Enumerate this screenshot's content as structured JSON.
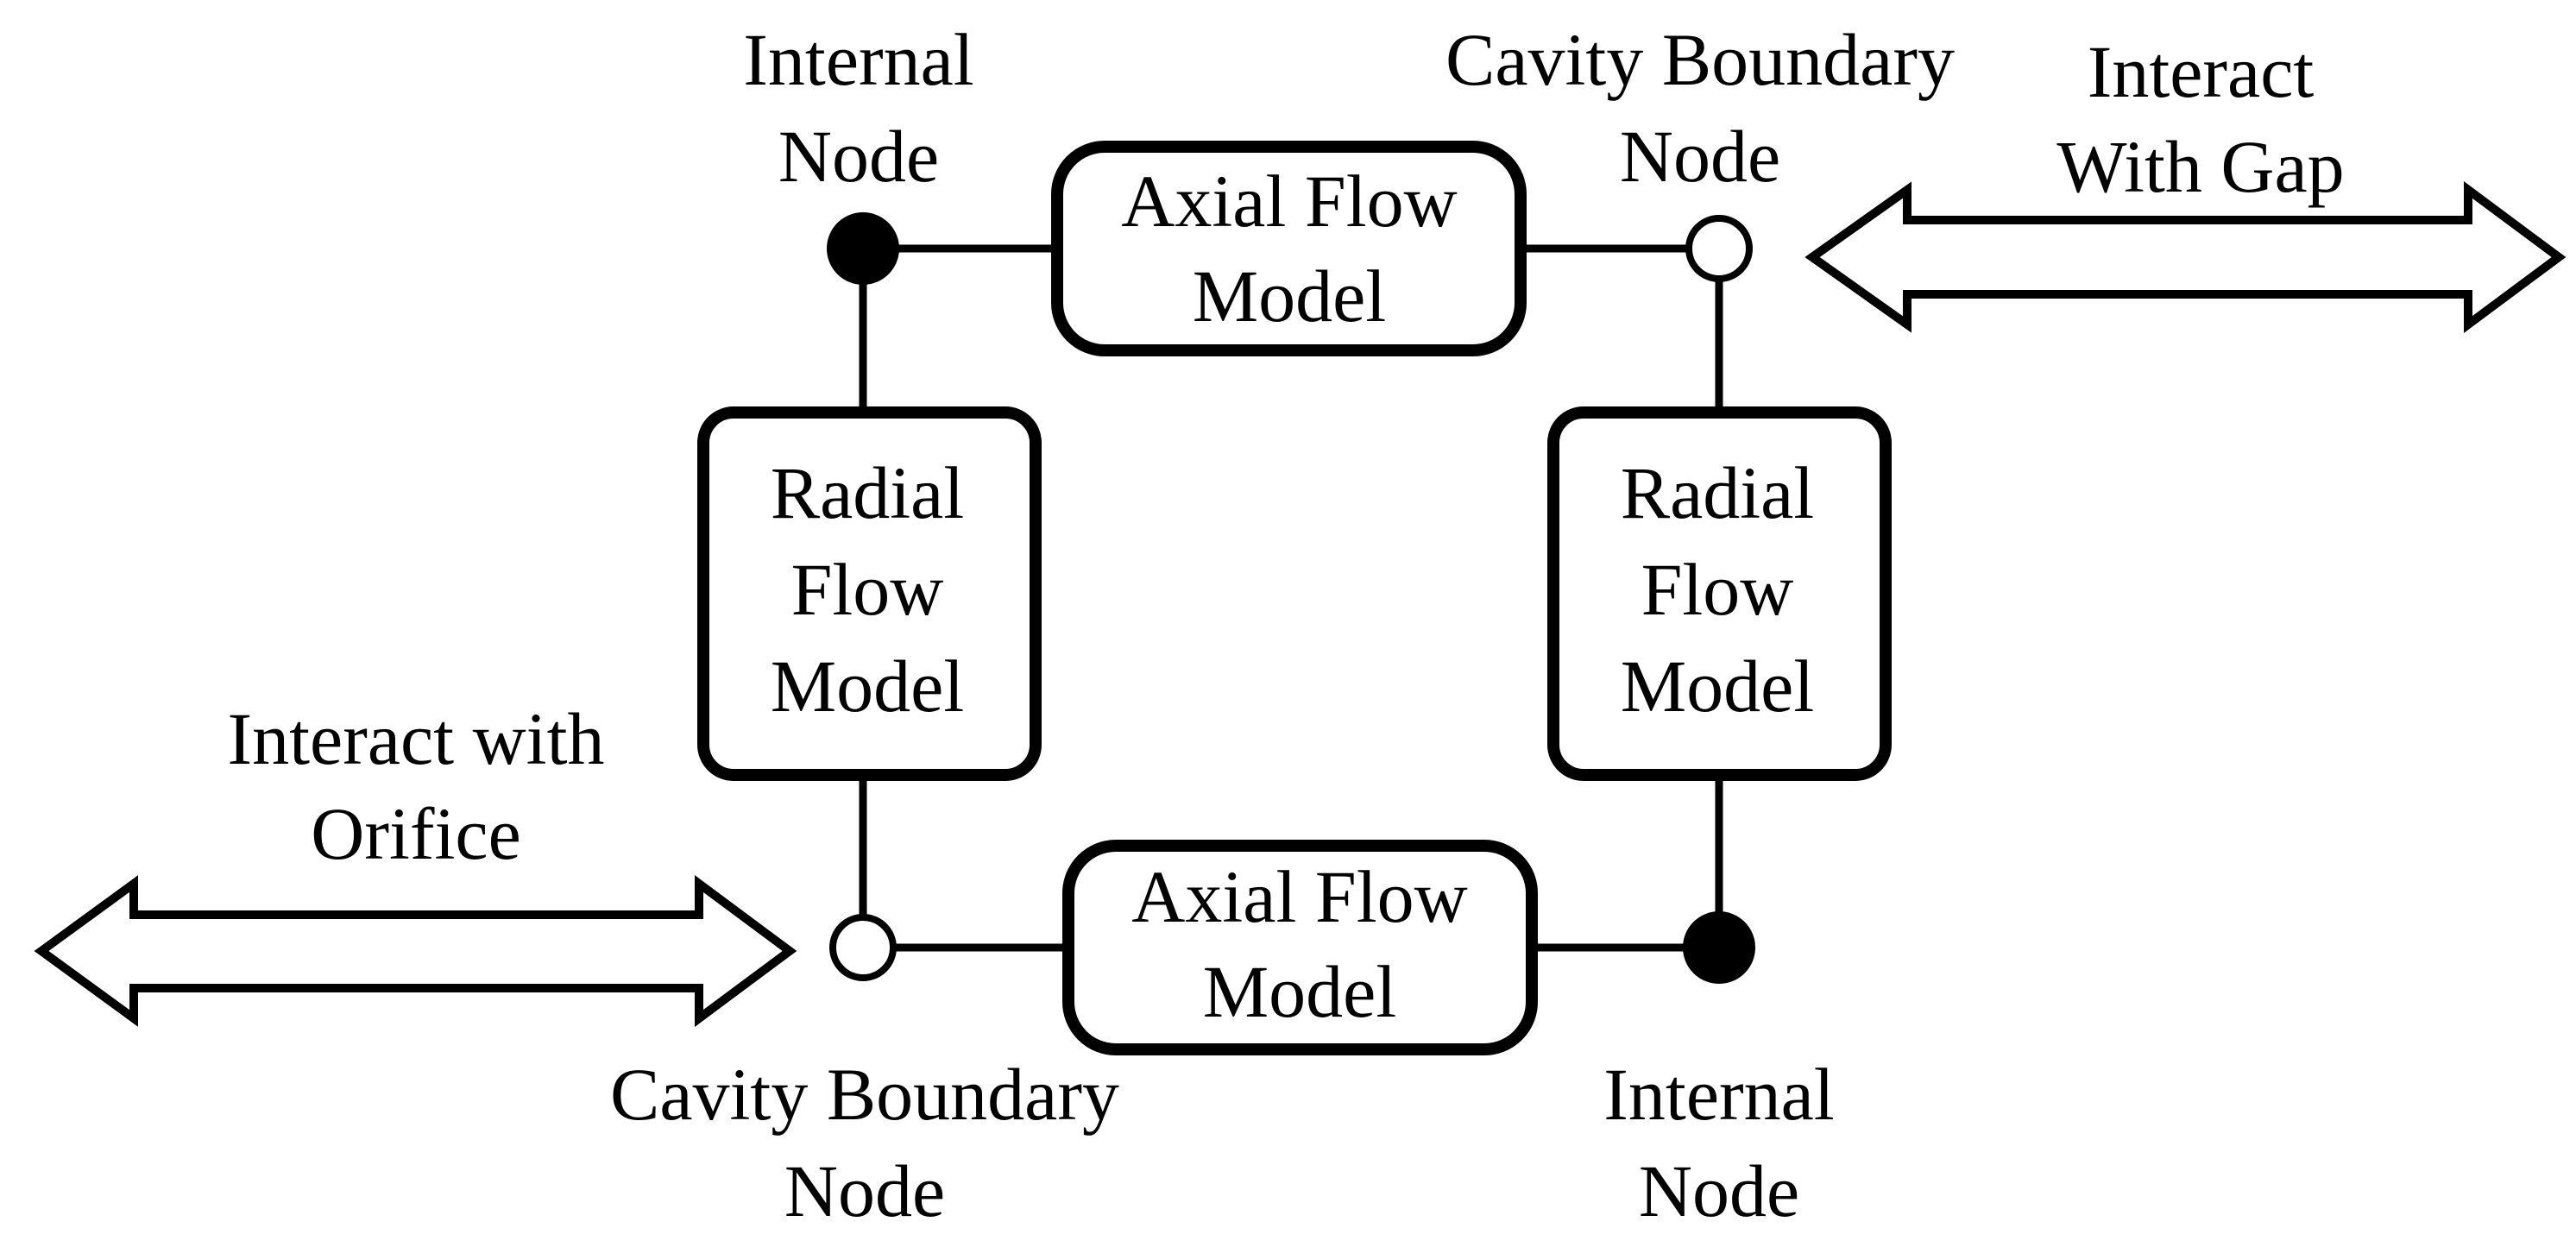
{
  "diagram": {
    "top_axial_box": {
      "line1": "Axial Flow",
      "line2": "Model"
    },
    "bottom_axial_box": {
      "line1": "Axial Flow",
      "line2": "Model"
    },
    "left_radial_box": {
      "line1": "Radial",
      "line2": "Flow",
      "line3": "Model"
    },
    "right_radial_box": {
      "line1": "Radial",
      "line2": "Flow",
      "line3": "Model"
    },
    "top_left_node_label": {
      "line1": "Internal",
      "line2": "Node"
    },
    "top_right_node_label": {
      "line1": "Cavity Boundary",
      "line2": "Node"
    },
    "bottom_left_node_label": {
      "line1": "Cavity Boundary",
      "line2": "Node"
    },
    "bottom_right_node_label": {
      "line1": "Internal",
      "line2": "Node"
    },
    "gap_arrow_label": {
      "line1": "Interact",
      "line2": "With Gap"
    },
    "orifice_arrow_label": {
      "line1": "Interact with",
      "line2": "Orifice"
    },
    "colors": {
      "stroke": "#000000",
      "fill": "#ffffff",
      "internal_node": "#000000",
      "boundary_node": "#ffffff"
    },
    "node_types": {
      "internal": "filled-circle",
      "cavity_boundary": "open-circle"
    }
  }
}
